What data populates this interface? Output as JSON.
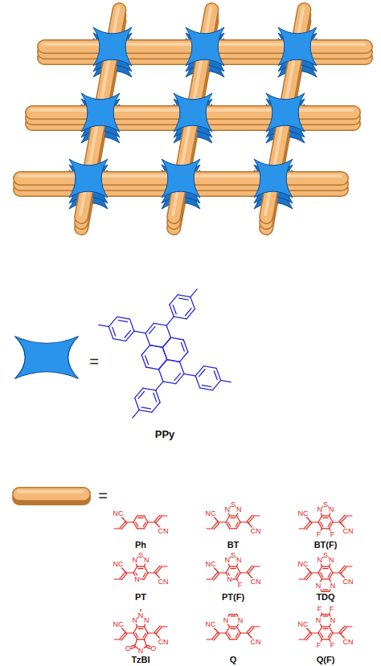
{
  "diagram": {
    "labels": [
      "=",
      "PPy",
      "=",
      "NC",
      "CN",
      "Ph",
      "NC",
      "CN",
      "N",
      "S",
      "N",
      "BT",
      "NC",
      "CN",
      "N",
      "S",
      "N",
      "F",
      "F",
      "BT(F)",
      "NC",
      "CN",
      "N",
      "S",
      "N",
      "N",
      "PT",
      "NC",
      "CN",
      "N",
      "S",
      "N",
      "N",
      "F",
      "PT(F)",
      "NC",
      "CN",
      "N",
      "S",
      "N",
      "N",
      "N",
      "TDQ",
      "NC",
      "CN",
      "N",
      "N",
      "N",
      "O",
      "N",
      "O",
      "TzBI",
      "NC",
      "CN",
      "N",
      "N",
      "Q",
      "NC",
      "CN",
      "N",
      "N",
      "F",
      "F",
      "F",
      "F",
      "Q(F)"
    ]
  }
}
